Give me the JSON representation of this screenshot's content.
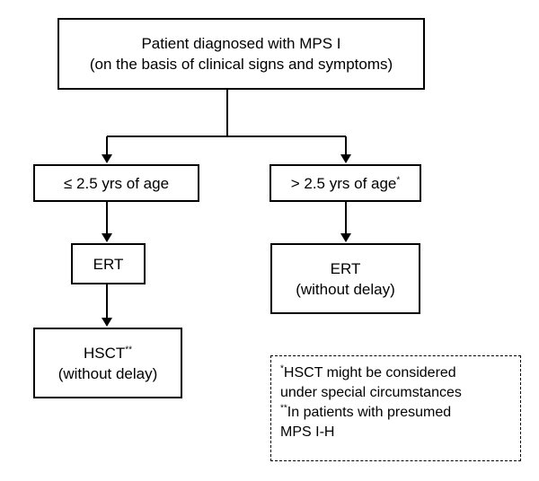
{
  "top_box": {
    "line1": "Patient diagnosed with MPS I",
    "line2": "(on the basis of clinical signs and symptoms)"
  },
  "left_branch": {
    "age_label": "≤ 2.5 yrs of age",
    "ert_label": "ERT",
    "hsct_label": "HSCT",
    "hsct_marker": "**",
    "hsct_sublabel": "(without delay)"
  },
  "right_branch": {
    "age_label": "> 2.5 yrs of age",
    "age_marker": "*",
    "ert_label": "ERT",
    "ert_sublabel": "(without delay)"
  },
  "footnotes": {
    "note1_marker": "*",
    "note1_line1": "HSCT might be considered",
    "note1_line2": "under special circumstances",
    "note2_marker": "**",
    "note2_line1": "In patients with presumed",
    "note2_line2": "MPS I-H"
  }
}
